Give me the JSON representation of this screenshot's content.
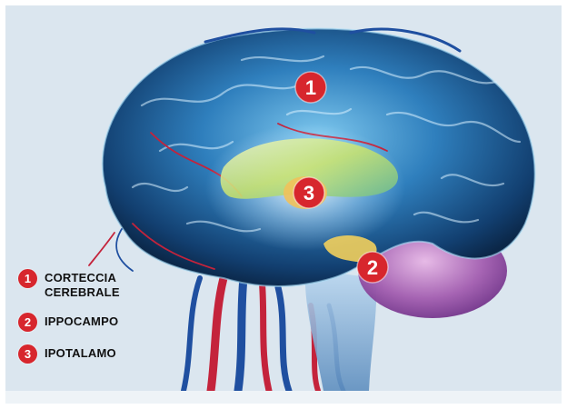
{
  "markers": [
    {
      "num": "1",
      "label": "CORTECCIA",
      "label_line2": "CEREBRALE"
    },
    {
      "num": "2",
      "label": "IPPOCAMPO"
    },
    {
      "num": "3",
      "label": "IPOTALAMO"
    }
  ],
  "colors": {
    "marker_red": "#d7262d",
    "background": "#dbe6ef",
    "cortex_blue": "#1f5e96",
    "vessel_red": "#c4233b"
  }
}
